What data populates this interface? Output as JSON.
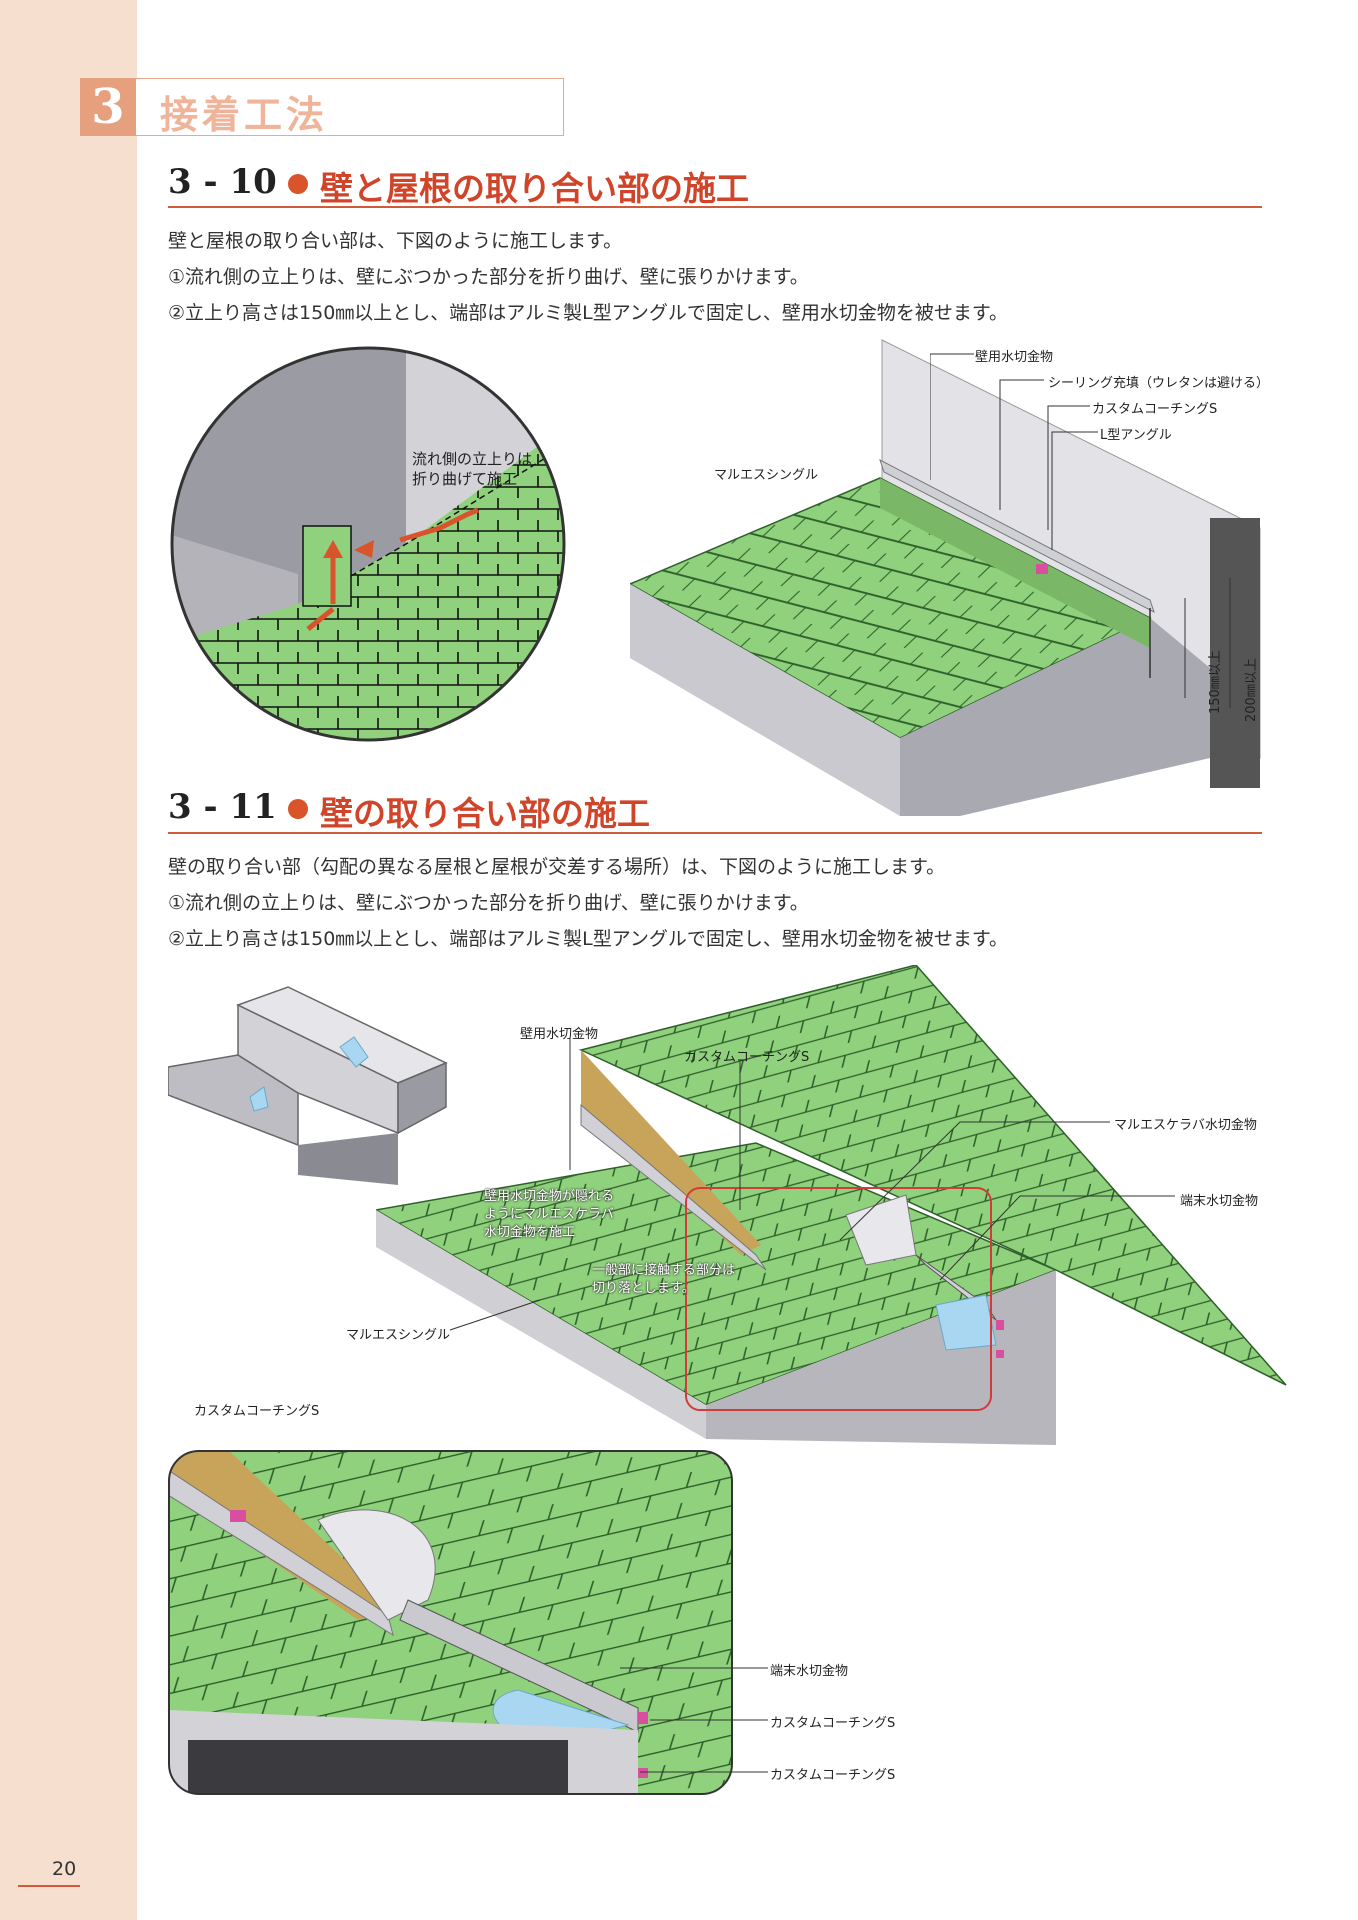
{
  "chapter": {
    "number": "3",
    "title": "接着工法"
  },
  "section1": {
    "number": "3 - 10",
    "title": "壁と屋根の取り合い部の施工",
    "lines": [
      "壁と屋根の取り合い部は、下図のように施工します。",
      "①流れ側の立上りは、壁にぶつかった部分を折り曲げ、壁に張りかけます。",
      "②立上り高さは150㎜以上とし、端部はアルミ製L型アングルで固定し、壁用水切金物を被せます。"
    ],
    "circle_note": [
      "流れ側の立上りは",
      "折り曲げて施工"
    ],
    "labels": {
      "wall_flashing": "壁用水切金物",
      "sealing": "シーリング充填（ウレタンは避ける）",
      "coating": "カスタムコーチングS",
      "angle": "L型アングル",
      "shingle": "マルエスシングル",
      "h150": "150㎜以上",
      "h200": "200㎜以上"
    }
  },
  "section2": {
    "number": "3 - 11",
    "title": "壁の取り合い部の施工",
    "lines": [
      "壁の取り合い部（勾配の異なる屋根と屋根が交差する場所）は、下図のように施工します。",
      "①流れ側の立上りは、壁にぶつかった部分を折り曲げ、壁に張りかけます。",
      "②立上り高さは150㎜以上とし、端部はアルミ製L型アングルで固定し、壁用水切金物を被せます。"
    ],
    "labels": {
      "wall_flashing": "壁用水切金物",
      "coating_top": "カスタムコーチングS",
      "keraba": "マルエスケラバ水切金物",
      "end_flashing": "端末水切金物",
      "note1": [
        "壁用水切金物が隠れる",
        "ようにマルエスケラバ",
        "水切金物を施工"
      ],
      "note2": [
        "一般部に接触する部分は",
        "切り落とします。"
      ],
      "shingle": "マルエスシングル",
      "coating_left": "カスタムコーチングS",
      "detail_end": "端末水切金物",
      "detail_coat1": "カスタムコーチングS",
      "detail_coat2": "カスタムコーチングS"
    }
  },
  "page_number": "20",
  "colors": {
    "shingle": "#8fd17c",
    "accent": "#d0452a",
    "band": "#f7dfd0",
    "wall": "#d3d3d7",
    "highlight": "#d33a3a"
  }
}
